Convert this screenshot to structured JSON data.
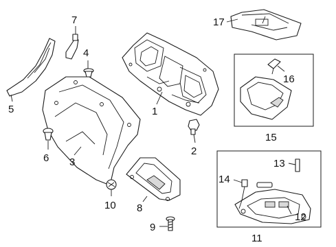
{
  "callouts": [
    {
      "id": "1",
      "part": "roof-panel-assembly"
    },
    {
      "id": "2",
      "part": "screw"
    },
    {
      "id": "3",
      "part": "headliner"
    },
    {
      "id": "4",
      "part": "clip"
    },
    {
      "id": "5",
      "part": "pillar-trim"
    },
    {
      "id": "6",
      "part": "push-clip"
    },
    {
      "id": "7",
      "part": "bracket"
    },
    {
      "id": "8",
      "part": "sun-visor"
    },
    {
      "id": "9",
      "part": "bolt"
    },
    {
      "id": "10",
      "part": "retainer"
    },
    {
      "id": "11",
      "part": "console-assembly"
    },
    {
      "id": "12",
      "part": "console-housing"
    },
    {
      "id": "13",
      "part": "bulb"
    },
    {
      "id": "14",
      "part": "harness"
    },
    {
      "id": "15",
      "part": "dome-lamp-assembly"
    },
    {
      "id": "16",
      "part": "bulb"
    },
    {
      "id": "17",
      "part": "mounting-bracket"
    }
  ]
}
